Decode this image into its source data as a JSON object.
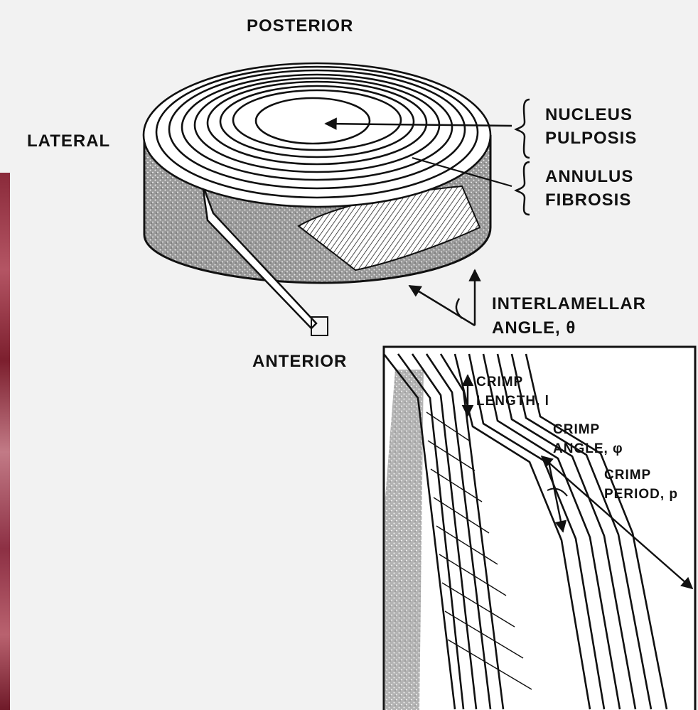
{
  "orientation": {
    "posterior": "POSTERIOR",
    "lateral": "LATERAL",
    "anterior": "ANTERIOR"
  },
  "structures": {
    "nucleus_line1": "NUCLEUS",
    "nucleus_line2": "PULPOSIS",
    "annulus_line1": "ANNULUS",
    "annulus_line2": "FIBROSIS"
  },
  "angle": {
    "line1": "INTERLAMELLAR",
    "line2": "ANGLE, θ"
  },
  "crimp": {
    "length_line1": "CRIMP",
    "length_line2": "LENGTH, l",
    "angle_line1": "CRIMP",
    "angle_line2": "ANGLE, φ",
    "period_line1": "CRIMP",
    "period_line2": "PERIOD, p"
  }
}
